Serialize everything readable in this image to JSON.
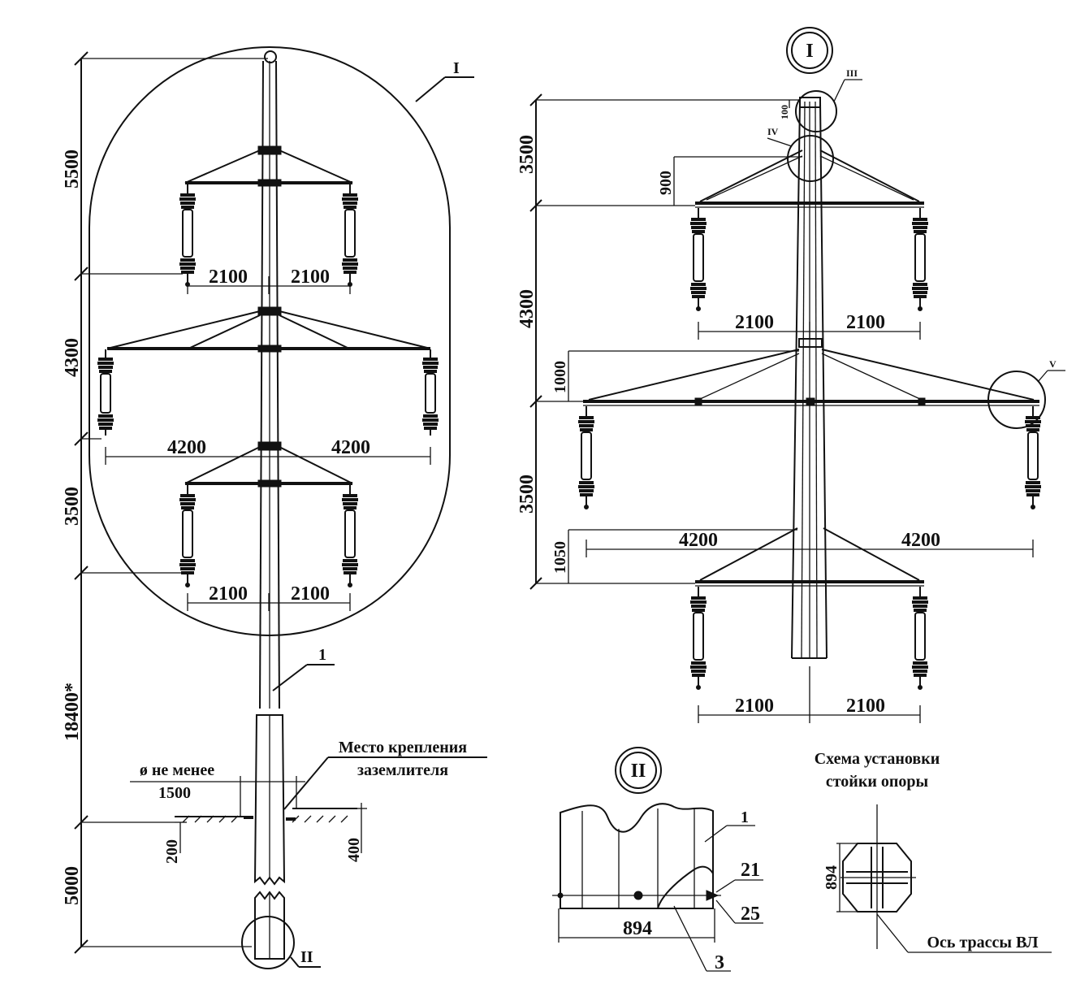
{
  "dims": {
    "h5500": "5500",
    "h4300": "4300",
    "h3500": "3500",
    "h18400": "18400*",
    "h5000": "5000",
    "h200": "200",
    "h400": "400",
    "w2100a": "2100",
    "w2100b": "2100",
    "w4200a": "4200",
    "w4200b": "4200",
    "w2100c": "2100",
    "w2100d": "2100",
    "dia_label": "ø не менее",
    "dia_value": "1500"
  },
  "callouts": {
    "region_I": "I",
    "region_II": "II",
    "pos1": "1",
    "grounding_line1": "Место крепления",
    "grounding_line2": "заземлителя"
  },
  "detail_I": {
    "title": "I",
    "h3500a": "3500",
    "h4300": "4300",
    "h3500b": "3500",
    "h100": "100",
    "h900": "900",
    "h1000": "1000",
    "h1050": "1050",
    "w2100a": "2100",
    "w2100b": "2100",
    "w4200a": "4200",
    "w4200b": "4200",
    "w2100c": "2100",
    "w2100d": "2100",
    "node_III": "III",
    "node_IV": "IV",
    "node_V": "V"
  },
  "detail_II": {
    "title": "II",
    "pos1": "1",
    "pos21": "21",
    "pos25": "25",
    "pos3": "3",
    "width": "894"
  },
  "scheme": {
    "title_line1": "Схема установки",
    "title_line2": "стойки опоры",
    "diameter": "894",
    "axis_label": "Ось трассы ВЛ"
  }
}
